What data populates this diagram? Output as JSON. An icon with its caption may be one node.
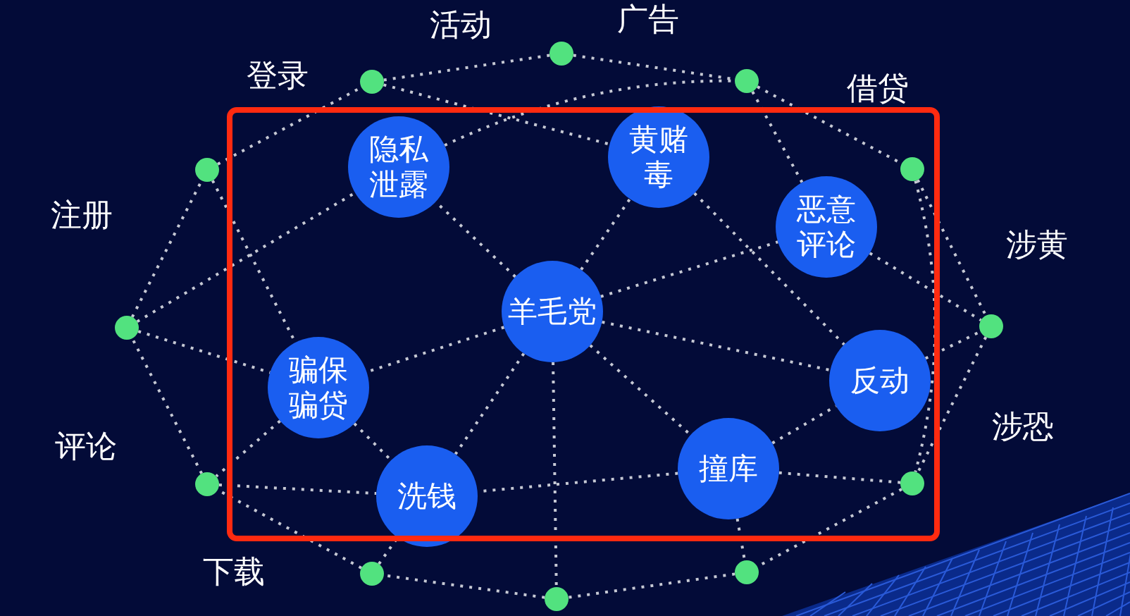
{
  "diagram": {
    "nodes": [
      {
        "text": [
          "隐私泄露"
        ]
      },
      {
        "text": [
          "黄赌毒"
        ]
      },
      {
        "text": [
          "恶意评论"
        ]
      },
      {
        "text": [
          "羊毛党"
        ]
      },
      {
        "text": [
          "骗保骗贷"
        ]
      },
      {
        "text": [
          "反动"
        ]
      },
      {
        "text": [
          "洗钱"
        ]
      },
      {
        "text": [
          "撞库"
        ]
      },
      {
        "text": [],
        "shape": "circle"
      },
      {
        "text": [],
        "shape": "circle"
      },
      {
        "text": [],
        "shape": "circle"
      },
      {
        "text": [],
        "shape": "circle"
      },
      {
        "text": [],
        "shape": "circle"
      },
      {
        "text": [],
        "shape": "circle"
      },
      {
        "text": [],
        "shape": "circle"
      },
      {
        "text": [],
        "shape": "circle"
      },
      {
        "text": [],
        "shape": "circle"
      },
      {
        "text": [],
        "shape": "circle"
      },
      {
        "text": [],
        "shape": "circle"
      },
      {
        "text": [],
        "shape": "circle"
      }
    ],
    "edges": [
      {
        "from": 8,
        "to": 9,
        "arrow": "none"
      },
      {
        "from": 9,
        "to": 10,
        "arrow": "none"
      },
      {
        "from": 10,
        "to": 11,
        "arrow": "none"
      },
      {
        "from": 11,
        "to": 12,
        "arrow": "none"
      },
      {
        "from": 12,
        "to": 13,
        "arrow": "none"
      },
      {
        "from": 13,
        "to": 14,
        "arrow": "none"
      },
      {
        "from": 14,
        "to": 15,
        "arrow": "none"
      },
      {
        "from": 15,
        "to": 16,
        "arrow": "none"
      },
      {
        "from": 16,
        "to": 17,
        "arrow": "none"
      },
      {
        "from": 17,
        "to": 18,
        "arrow": "none"
      },
      {
        "from": 18,
        "to": 19,
        "arrow": "none"
      },
      {
        "from": 19,
        "to": 8,
        "arrow": "none"
      },
      {
        "from": 3,
        "to": 0,
        "arrow": "none"
      },
      {
        "from": 3,
        "to": 1,
        "arrow": "none"
      },
      {
        "from": 3,
        "to": 2,
        "arrow": "none"
      },
      {
        "from": 3,
        "to": 4,
        "arrow": "none"
      },
      {
        "from": 3,
        "to": 6,
        "arrow": "none"
      },
      {
        "from": 3,
        "to": 7,
        "arrow": "none"
      },
      {
        "from": 3,
        "to": 15,
        "arrow": "none"
      },
      {
        "from": 3,
        "to": 5,
        "arrow": "none"
      },
      {
        "from": 1,
        "to": 5,
        "arrow": "none"
      },
      {
        "from": 18,
        "to": 0,
        "arrow": "none"
      },
      {
        "from": 0,
        "to": 10,
        "arrow": "none"
      },
      {
        "from": 8,
        "to": 1,
        "arrow": "none"
      },
      {
        "from": 10,
        "to": 2,
        "arrow": "none"
      },
      {
        "from": 2,
        "to": 12,
        "arrow": "none"
      },
      {
        "from": 5,
        "to": 12,
        "arrow": "none"
      },
      {
        "from": 11,
        "to": 13,
        "arrow": "none"
      },
      {
        "from": 7,
        "to": 13,
        "arrow": "none"
      },
      {
        "from": 7,
        "to": 5,
        "arrow": "none"
      },
      {
        "from": 7,
        "to": 14,
        "arrow": "none"
      },
      {
        "from": 7,
        "to": 6,
        "arrow": "none"
      },
      {
        "from": 19,
        "to": 4,
        "arrow": "none"
      },
      {
        "from": 18,
        "to": 4,
        "arrow": "none"
      },
      {
        "from": 4,
        "to": 17,
        "arrow": "none"
      },
      {
        "from": 4,
        "to": 6,
        "arrow": "none"
      },
      {
        "from": 17,
        "to": 6,
        "arrow": "none"
      },
      {
        "from": 16,
        "to": 6,
        "arrow": "none"
      }
    ],
    "labels": [
      "广告",
      "活动",
      "登录",
      "借贷",
      "注册",
      "涉黄",
      "涉恐",
      "评论",
      "下载"
    ]
  }
}
